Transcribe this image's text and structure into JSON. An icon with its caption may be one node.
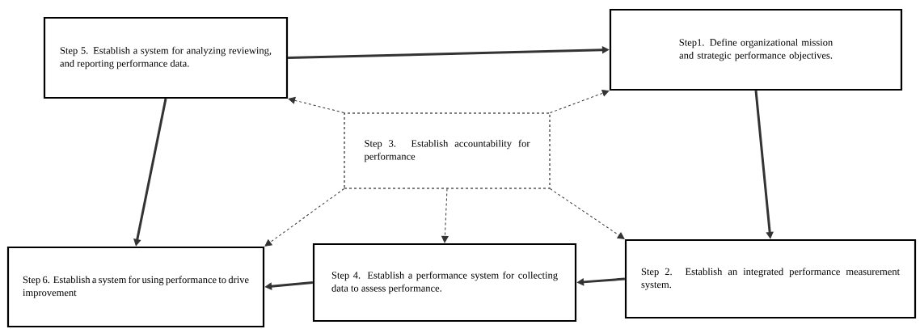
{
  "diagram": {
    "nodes": [
      {
        "text": [
          "Step 5. Establish a system for analyzing reviewing, and reporting performance data."
        ]
      },
      {
        "text": [
          "Step1. Define organizational mission and strategic performance objectives."
        ]
      },
      {
        "text": [
          "Step 3. Establish accountability for performance"
        ]
      },
      {
        "text": [
          "Step 6. Establish a system for using performance to drive improvement"
        ]
      },
      {
        "text": [
          "Step 4. Establish a performance system for collecting data to assess performance."
        ]
      },
      {
        "text": [
          "Step 2. Establish an integrated performance measurement system."
        ]
      }
    ],
    "edges": [
      {
        "from": 0,
        "to": 1,
        "arrow": "to",
        "style": "thick"
      },
      {
        "from": 1,
        "to": 5,
        "arrow": "to",
        "style": "thick"
      },
      {
        "from": 5,
        "to": 4,
        "arrow": "to",
        "style": "thick"
      },
      {
        "from": 4,
        "to": 3,
        "arrow": "to",
        "style": "thick"
      },
      {
        "from": 0,
        "to": 3,
        "arrow": "to",
        "style": "thick"
      },
      {
        "from": 2,
        "to": 0,
        "arrow": "to",
        "style": "dashed"
      },
      {
        "from": 2,
        "to": 1,
        "arrow": "to",
        "style": "dashed"
      },
      {
        "from": 2,
        "to": 3,
        "arrow": "to",
        "style": "dashed"
      },
      {
        "from": 2,
        "to": 4,
        "arrow": "to",
        "style": "dashed"
      },
      {
        "from": 2,
        "to": 5,
        "arrow": "to",
        "style": "dashed"
      }
    ]
  }
}
